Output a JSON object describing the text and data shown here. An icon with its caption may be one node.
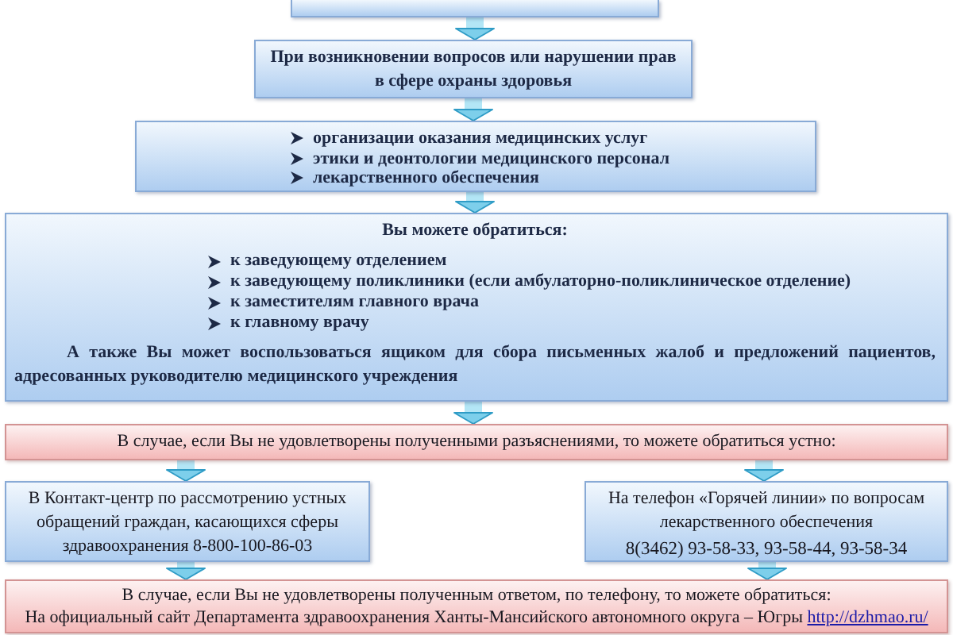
{
  "diagram": {
    "nodes": [
      {
        "text": [],
        "shape": "box"
      },
      {
        "text": [
          "При возникновении вопросов или нарушении прав в сфере охраны здоровья"
        ]
      },
      {
        "text": [
          "организации оказания медицинских услуг",
          "этики и деонтологии медицинского персонал",
          "лекарственного обеспечения"
        ]
      },
      {
        "text": [
          "Вы можете обратиться:",
          "к заведующему отделением",
          "к заведующему поликлиники (если амбулаторно-поликлиническое отделение)",
          "к заместителям главного врача",
          "к главному врачу",
          "А также Вы может воспользоваться ящиком для сбора письменных жалоб и предложений пациентов, адресованных руководителю медицинского учреждения"
        ]
      },
      {
        "text": [
          "В случае, если Вы не удовлетворены полученными разъяснениями, то можете обратиться устно:"
        ]
      },
      {
        "text": [
          "В Контакт-центр по рассмотрению устных обращений граждан, касающихся сферы здравоохранения 8-800-100-86-03"
        ]
      },
      {
        "text": [
          "На телефон «Горячей линии» по вопросам лекарственного обеспечения",
          "8(3462) 93-58-33, 93-58-44, 93-58-34"
        ]
      },
      {
        "text": [
          "В случае, если Вы не удовлетворены полученным ответом, по телефону, то можете обратиться:",
          "На официальный сайт Департамента здравоохранения Ханты-Мансийского автономного округа – Югры http://dzhmao.ru/"
        ]
      }
    ],
    "edges": [
      {
        "from": 0,
        "to": 1,
        "arrow": "to"
      },
      {
        "from": 1,
        "to": 2,
        "arrow": "to"
      },
      {
        "from": 2,
        "to": 3,
        "arrow": "to"
      },
      {
        "from": 3,
        "to": 4,
        "arrow": "to"
      },
      {
        "from": 4,
        "to": 5,
        "arrow": "to"
      },
      {
        "from": 4,
        "to": 6,
        "arrow": "to"
      },
      {
        "from": 5,
        "to": 7,
        "arrow": "to"
      },
      {
        "from": 6,
        "to": 7,
        "arrow": "to"
      }
    ]
  }
}
